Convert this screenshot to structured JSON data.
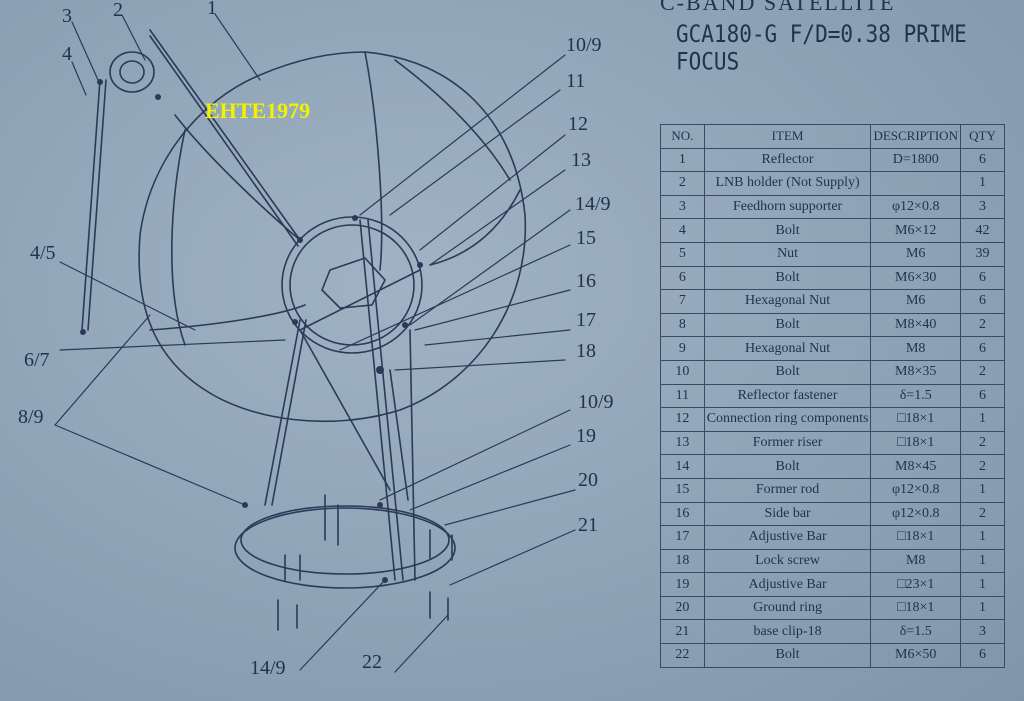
{
  "header": {
    "cut_title": "C-BAND SATELLITE",
    "subtitle": "GCA180-G F/D=0.38 PRIME FOCUS"
  },
  "watermark": "EHTE1979",
  "callouts": [
    {
      "id": "c1",
      "text": "1"
    },
    {
      "id": "c2",
      "text": "2"
    },
    {
      "id": "c3",
      "text": "3"
    },
    {
      "id": "c4",
      "text": "4"
    },
    {
      "id": "c4_5",
      "text": "4/5"
    },
    {
      "id": "c6_7",
      "text": "6/7"
    },
    {
      "id": "c8_9",
      "text": "8/9"
    },
    {
      "id": "c10_9a",
      "text": "10/9"
    },
    {
      "id": "c11",
      "text": "11"
    },
    {
      "id": "c12",
      "text": "12"
    },
    {
      "id": "c13",
      "text": "13"
    },
    {
      "id": "c14_9a",
      "text": "14/9"
    },
    {
      "id": "c15",
      "text": "15"
    },
    {
      "id": "c16",
      "text": "16"
    },
    {
      "id": "c17",
      "text": "17"
    },
    {
      "id": "c18",
      "text": "18"
    },
    {
      "id": "c10_9b",
      "text": "10/9"
    },
    {
      "id": "c19",
      "text": "19"
    },
    {
      "id": "c20",
      "text": "20"
    },
    {
      "id": "c21",
      "text": "21"
    },
    {
      "id": "c14_9b",
      "text": "14/9"
    },
    {
      "id": "c22",
      "text": "22"
    }
  ],
  "table": {
    "headers": [
      "NO.",
      "ITEM",
      "DESCRIPTION",
      "QTY"
    ],
    "rows": [
      [
        "1",
        "Reflector",
        "D=1800",
        "6"
      ],
      [
        "2",
        "LNB holder (Not Supply)",
        "",
        "1"
      ],
      [
        "3",
        "Feedhorn supporter",
        "φ12×0.8",
        "3"
      ],
      [
        "4",
        "Bolt",
        "M6×12",
        "42"
      ],
      [
        "5",
        "Nut",
        "M6",
        "39"
      ],
      [
        "6",
        "Bolt",
        "M6×30",
        "6"
      ],
      [
        "7",
        "Hexagonal Nut",
        "M6",
        "6"
      ],
      [
        "8",
        "Bolt",
        "M8×40",
        "2"
      ],
      [
        "9",
        "Hexagonal Nut",
        "M8",
        "6"
      ],
      [
        "10",
        "Bolt",
        "M8×35",
        "2"
      ],
      [
        "11",
        "Reflector fastener",
        "δ=1.5",
        "6"
      ],
      [
        "12",
        "Connection ring components",
        "□18×1",
        "1"
      ],
      [
        "13",
        "Former riser",
        "□18×1",
        "2"
      ],
      [
        "14",
        "Bolt",
        "M8×45",
        "2"
      ],
      [
        "15",
        "Former rod",
        "φ12×0.8",
        "1"
      ],
      [
        "16",
        "Side bar",
        "φ12×0.8",
        "2"
      ],
      [
        "17",
        "Adjustive Bar",
        "□18×1",
        "1"
      ],
      [
        "18",
        "Lock screw",
        "M8",
        "1"
      ],
      [
        "19",
        "Adjustive Bar",
        "□23×1",
        "1"
      ],
      [
        "20",
        "Ground ring",
        "□18×1",
        "1"
      ],
      [
        "21",
        "base clip-18",
        "δ=1.5",
        "3"
      ],
      [
        "22",
        "Bolt",
        "M6×50",
        "6"
      ]
    ]
  }
}
